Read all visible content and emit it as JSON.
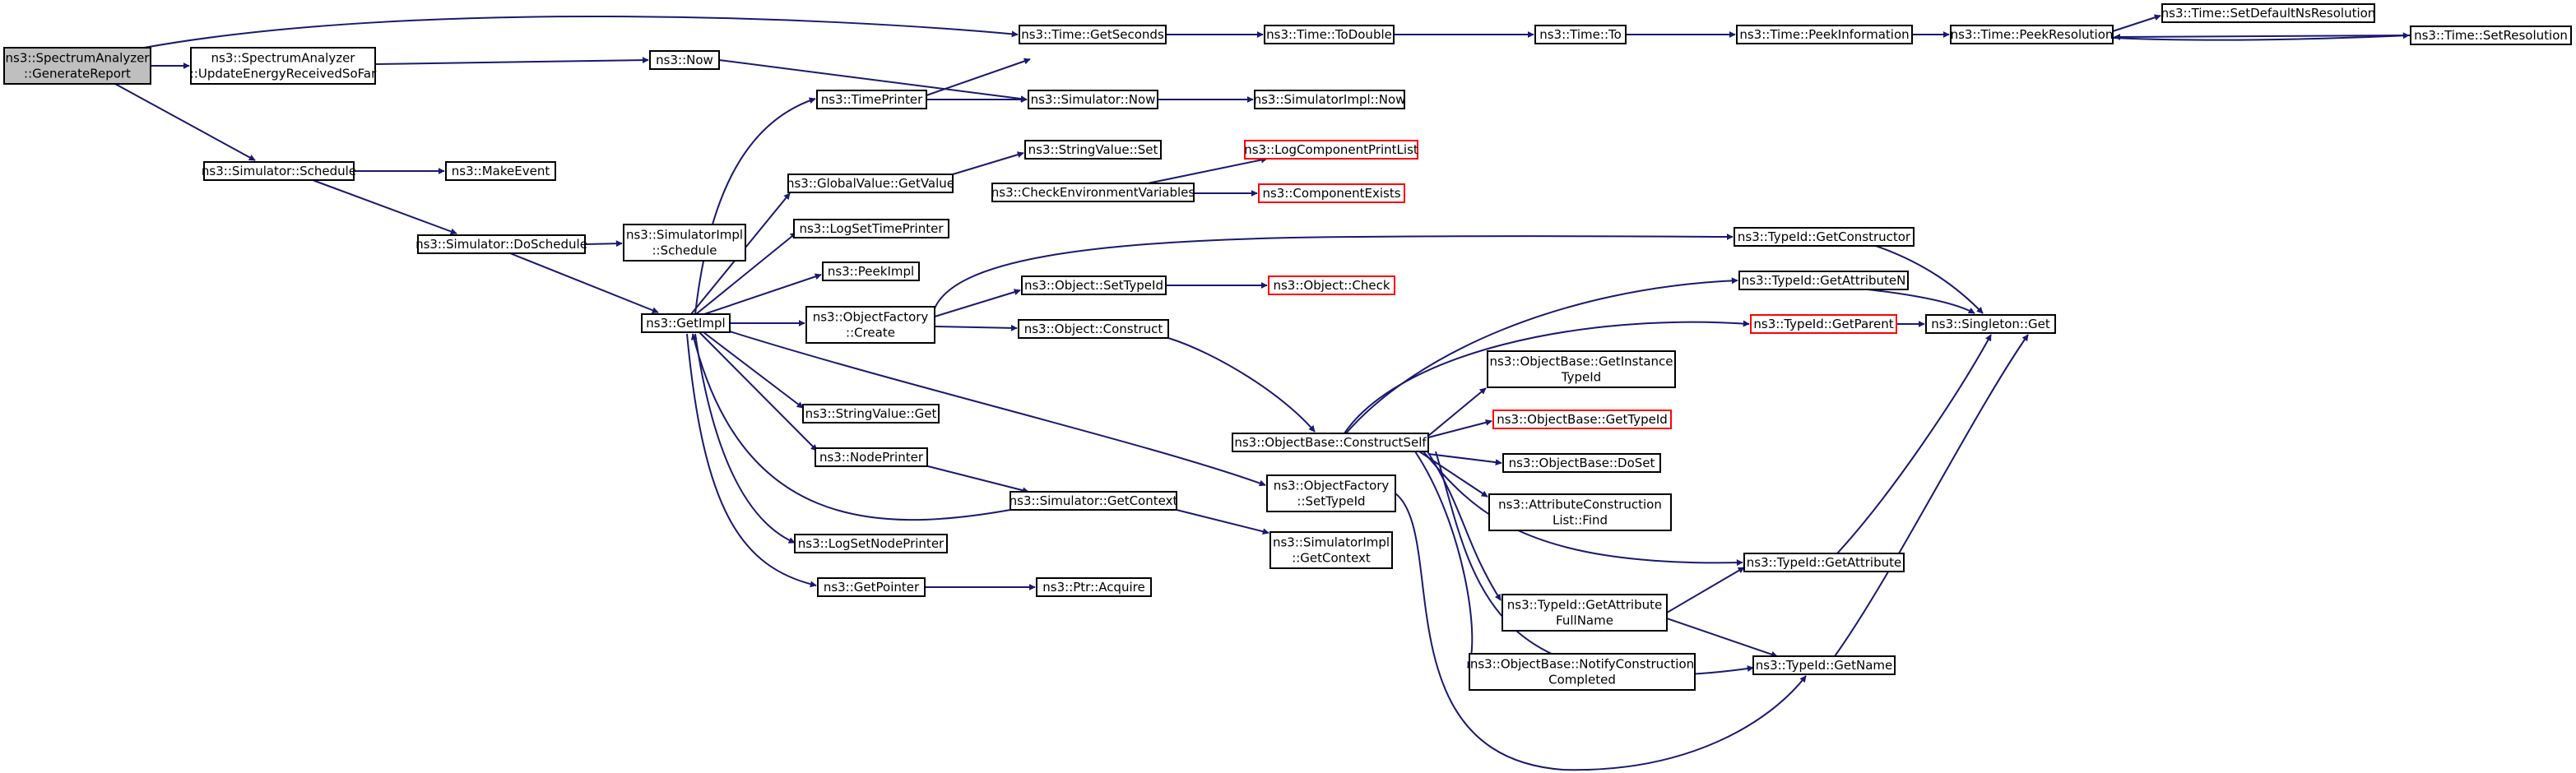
{
  "diagram": {
    "edge_color": "#191970",
    "truncated_node_border": "#ff0000",
    "root_fill": "#bfbfbf",
    "nodes": [
      {
        "id": "root",
        "lines": [
          "ns3::SpectrumAnalyzer",
          "::GenerateReport"
        ],
        "style": "root"
      },
      {
        "id": "uers",
        "lines": [
          "ns3::SpectrumAnalyzer",
          "::UpdateEnergyReceivedSoFar"
        ],
        "style": "normal"
      },
      {
        "id": "now",
        "lines": [
          "ns3::Now"
        ],
        "style": "normal"
      },
      {
        "id": "sched",
        "lines": [
          "ns3::Simulator::Schedule"
        ],
        "style": "normal"
      },
      {
        "id": "makeev",
        "lines": [
          "ns3::MakeEvent"
        ],
        "style": "normal"
      },
      {
        "id": "dosched",
        "lines": [
          "ns3::Simulator::DoSchedule"
        ],
        "style": "normal"
      },
      {
        "id": "implsched",
        "lines": [
          "ns3::SimulatorImpl",
          "::Schedule"
        ],
        "style": "normal"
      },
      {
        "id": "getimpl",
        "lines": [
          "ns3::GetImpl"
        ],
        "style": "normal"
      },
      {
        "id": "timeprinter",
        "lines": [
          "ns3::TimePrinter"
        ],
        "style": "normal"
      },
      {
        "id": "gvgetvalue",
        "lines": [
          "ns3::GlobalValue::GetValue"
        ],
        "style": "normal"
      },
      {
        "id": "logsettp",
        "lines": [
          "ns3::LogSetTimePrinter"
        ],
        "style": "normal"
      },
      {
        "id": "peekimpl",
        "lines": [
          "ns3::PeekImpl"
        ],
        "style": "normal"
      },
      {
        "id": "ofcreate",
        "lines": [
          "ns3::ObjectFactory",
          "::Create"
        ],
        "style": "normal"
      },
      {
        "id": "svget",
        "lines": [
          "ns3::StringValue::Get"
        ],
        "style": "normal"
      },
      {
        "id": "nodeprinter",
        "lines": [
          "ns3::NodePrinter"
        ],
        "style": "normal"
      },
      {
        "id": "logsetnp",
        "lines": [
          "ns3::LogSetNodePrinter"
        ],
        "style": "normal"
      },
      {
        "id": "getpointer",
        "lines": [
          "ns3::GetPointer"
        ],
        "style": "normal"
      },
      {
        "id": "getseconds",
        "lines": [
          "ns3::Time::GetSeconds"
        ],
        "style": "normal"
      },
      {
        "id": "simnow",
        "lines": [
          "ns3::Simulator::Now"
        ],
        "style": "normal"
      },
      {
        "id": "svset",
        "lines": [
          "ns3::StringValue::Set"
        ],
        "style": "normal"
      },
      {
        "id": "checkenv",
        "lines": [
          "ns3::CheckEnvironmentVariables"
        ],
        "style": "normal"
      },
      {
        "id": "objsettid",
        "lines": [
          "ns3::Object::SetTypeId"
        ],
        "style": "normal"
      },
      {
        "id": "objconstruct",
        "lines": [
          "ns3::Object::Construct"
        ],
        "style": "normal"
      },
      {
        "id": "simgetctx",
        "lines": [
          "ns3::Simulator::GetContext"
        ],
        "style": "normal"
      },
      {
        "id": "ptracquire",
        "lines": [
          "ns3::Ptr::Acquire"
        ],
        "style": "normal"
      },
      {
        "id": "todouble",
        "lines": [
          "ns3::Time::ToDouble"
        ],
        "style": "normal"
      },
      {
        "id": "implnow",
        "lines": [
          "ns3::SimulatorImpl::Now"
        ],
        "style": "normal"
      },
      {
        "id": "logcpl",
        "lines": [
          "ns3::LogComponentPrintList"
        ],
        "style": "red"
      },
      {
        "id": "compexists",
        "lines": [
          "ns3::ComponentExists"
        ],
        "style": "red"
      },
      {
        "id": "objcheck",
        "lines": [
          "ns3::Object::Check"
        ],
        "style": "red"
      },
      {
        "id": "obcself",
        "lines": [
          "ns3::ObjectBase::ConstructSelf"
        ],
        "style": "normal"
      },
      {
        "id": "ofsettid",
        "lines": [
          "ns3::ObjectFactory",
          "::SetTypeId"
        ],
        "style": "normal"
      },
      {
        "id": "implgetctx",
        "lines": [
          "ns3::SimulatorImpl",
          "::GetContext"
        ],
        "style": "normal"
      },
      {
        "id": "timeto",
        "lines": [
          "ns3::Time::To"
        ],
        "style": "normal"
      },
      {
        "id": "peekinfo",
        "lines": [
          "ns3::Time::PeekInformation"
        ],
        "style": "normal"
      },
      {
        "id": "peekres",
        "lines": [
          "ns3::Time::PeekResolution"
        ],
        "style": "normal"
      },
      {
        "id": "setdefns",
        "lines": [
          "ns3::Time::SetDefaultNsResolution"
        ],
        "style": "normal"
      },
      {
        "id": "setres",
        "lines": [
          "ns3::Time::SetResolution"
        ],
        "style": "normal"
      },
      {
        "id": "getctor",
        "lines": [
          "ns3::TypeId::GetConstructor"
        ],
        "style": "normal"
      },
      {
        "id": "getattrn",
        "lines": [
          "ns3::TypeId::GetAttributeN"
        ],
        "style": "normal"
      },
      {
        "id": "getparent",
        "lines": [
          "ns3::TypeId::GetParent"
        ],
        "style": "red"
      },
      {
        "id": "obgetinst",
        "lines": [
          "ns3::ObjectBase::GetInstance",
          "TypeId"
        ],
        "style": "normal"
      },
      {
        "id": "obgettid",
        "lines": [
          "ns3::ObjectBase::GetTypeId"
        ],
        "style": "red"
      },
      {
        "id": "obdoset",
        "lines": [
          "ns3::ObjectBase::DoSet"
        ],
        "style": "normal"
      },
      {
        "id": "acfind",
        "lines": [
          "ns3::AttributeConstruction",
          "List::Find"
        ],
        "style": "normal"
      },
      {
        "id": "getattrfull",
        "lines": [
          "ns3::TypeId::GetAttribute",
          "FullName"
        ],
        "style": "normal"
      },
      {
        "id": "obnotify",
        "lines": [
          "ns3::ObjectBase::NotifyConstruction",
          "Completed"
        ],
        "style": "normal"
      },
      {
        "id": "getattr",
        "lines": [
          "ns3::TypeId::GetAttribute"
        ],
        "style": "normal"
      },
      {
        "id": "getname",
        "lines": [
          "ns3::TypeId::GetName"
        ],
        "style": "normal"
      },
      {
        "id": "singleton",
        "lines": [
          "ns3::Singleton::Get"
        ],
        "style": "normal"
      }
    ]
  }
}
